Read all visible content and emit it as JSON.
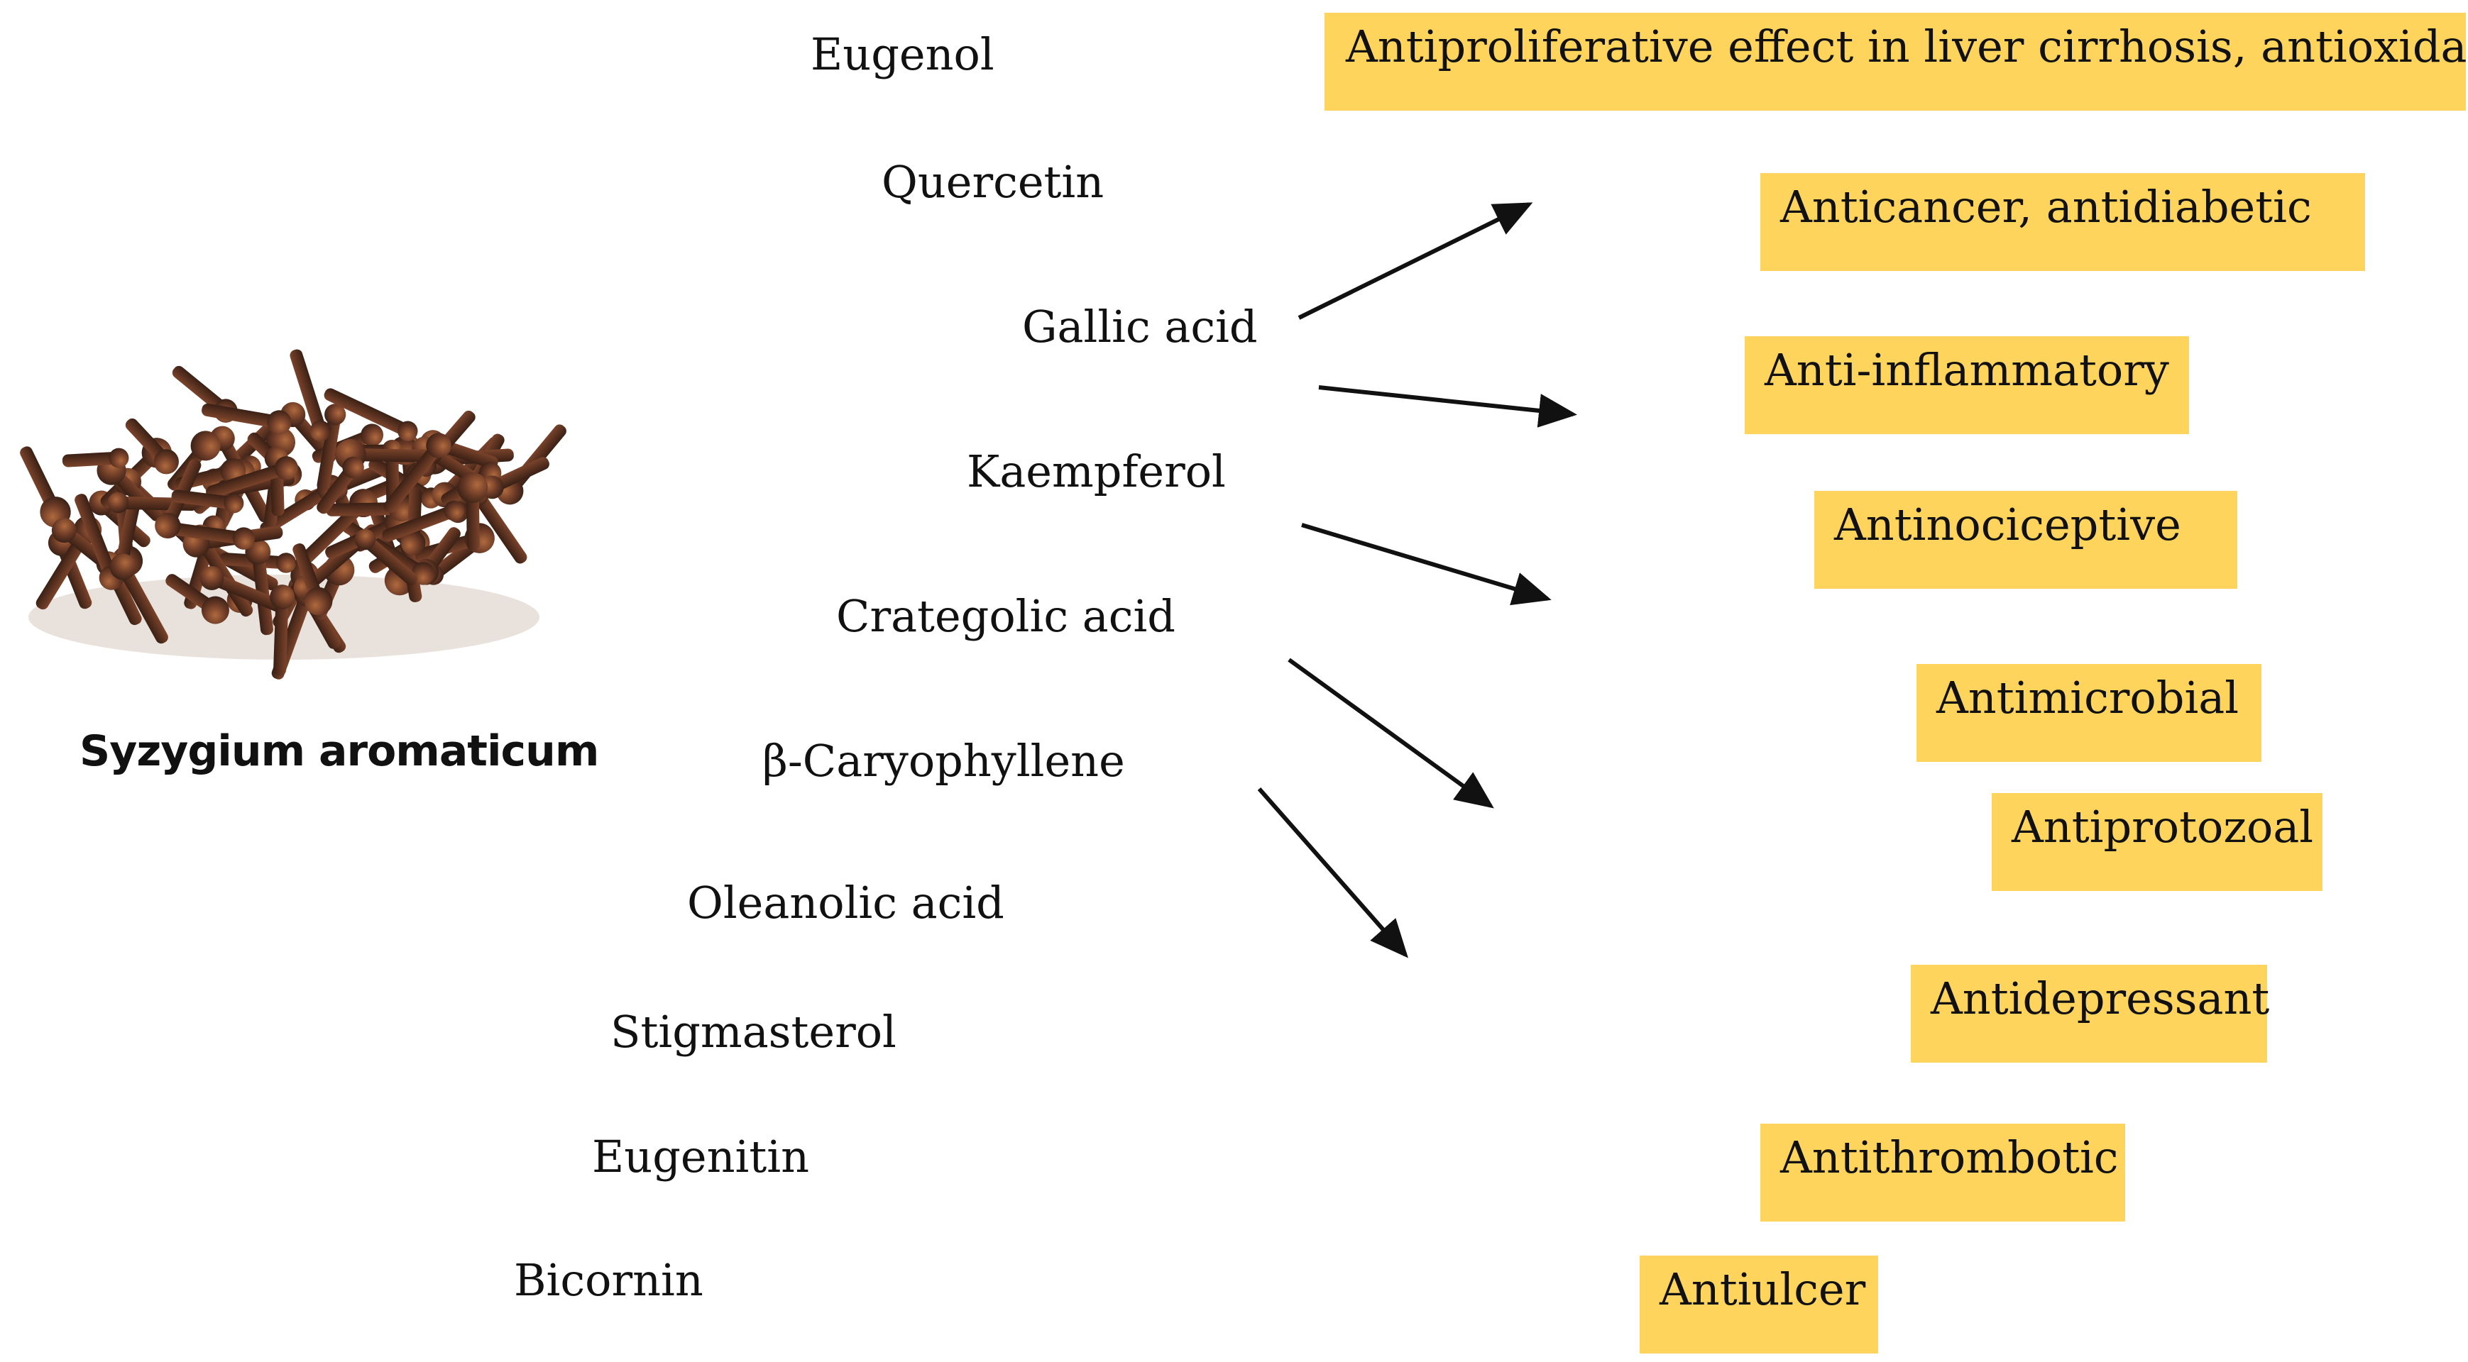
{
  "plant": {
    "name": "Syzygium aromaticum",
    "image": "clove-pile-illustration"
  },
  "compounds": [
    "Eugenol",
    "Quercetin",
    "Gallic acid",
    "Kaempferol",
    "Crategolic acid",
    "β-Caryophyllene",
    "Oleanolic acid",
    "Stigmasterol",
    "Eugenitin",
    "Bicornin"
  ],
  "effects": [
    "Antiproliferative effect in liver cirrhosis, antioxidant",
    "Anticancer, antidiabetic",
    "Anti-inflammatory",
    "Antinociceptive",
    "Antimicrobial",
    "Antiprotozoal",
    "Antidepressant",
    "Antithrombotic",
    "Antiulcer"
  ],
  "colors": {
    "effect_box": "#ffd45c",
    "text": "#111111",
    "arrow": "#111111",
    "clove_dark": "#3e2418",
    "clove_mid": "#6b3a26",
    "clove_light": "#8a4a2e"
  },
  "arrow_count": 5
}
